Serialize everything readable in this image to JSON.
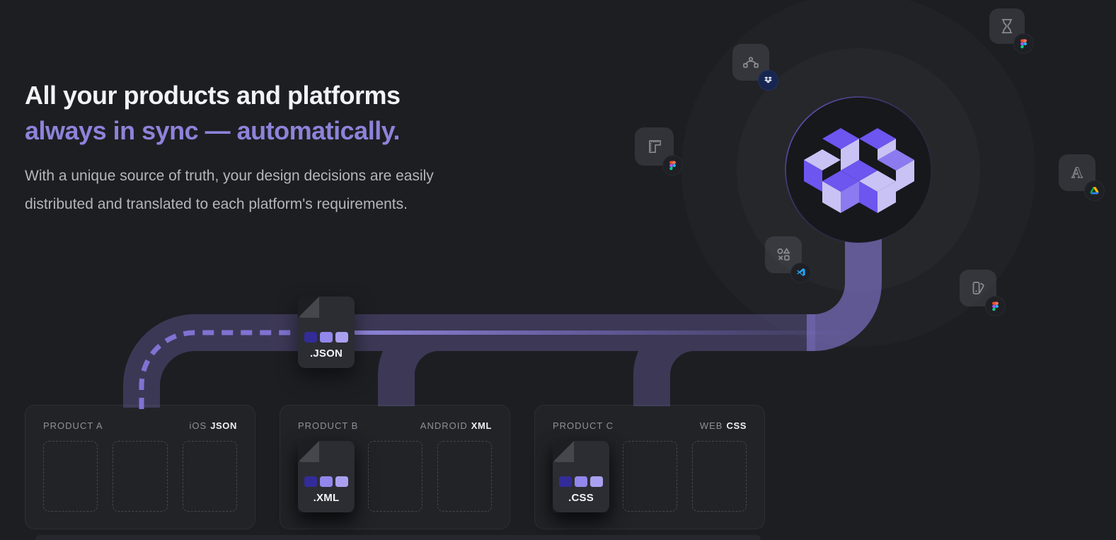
{
  "headline": {
    "line1": "All your products and platforms",
    "line2": "always in sync — automatically.",
    "accent_color": "#8c83da"
  },
  "subheadline": "With a unique source of truth, your design decisions are easily distributed and translated to each platform's requirements.",
  "hub": {
    "logo": "isometric-cubes-logo",
    "colors": {
      "light": "#c9c2f4",
      "mid": "#8b7af0",
      "strong": "#6d55f0",
      "dark": "#17181c"
    }
  },
  "integrations": [
    {
      "icon": "hourglass-icon",
      "badge": "figma-badge"
    },
    {
      "icon": "vector-path-icon",
      "badge": "dropbox-badge"
    },
    {
      "icon": "ruler-icon",
      "badge": "figma-badge"
    },
    {
      "icon": "shapes-icon",
      "badge": "vscode-badge"
    },
    {
      "icon": "swatches-icon",
      "badge": "figma-badge"
    },
    {
      "icon": "typography-icon",
      "badge": "google-drive-badge",
      "glyph_letter": "A"
    }
  ],
  "floating_file": {
    "label": ".JSON"
  },
  "products": [
    {
      "name": "PRODUCT A",
      "platform": "iOS",
      "format": "JSON"
    },
    {
      "name": "PRODUCT B",
      "platform": "ANDROID",
      "format": "XML",
      "file_label": ".XML"
    },
    {
      "name": "PRODUCT C",
      "platform": "WEB",
      "format": "CSS",
      "file_label": ".CSS"
    }
  ],
  "pipes": {
    "band_color": "#7d71c4",
    "main_pipe_color": "#8075cc",
    "dash_color": "#7e73d2",
    "highlight_color": "#9a90ea"
  }
}
